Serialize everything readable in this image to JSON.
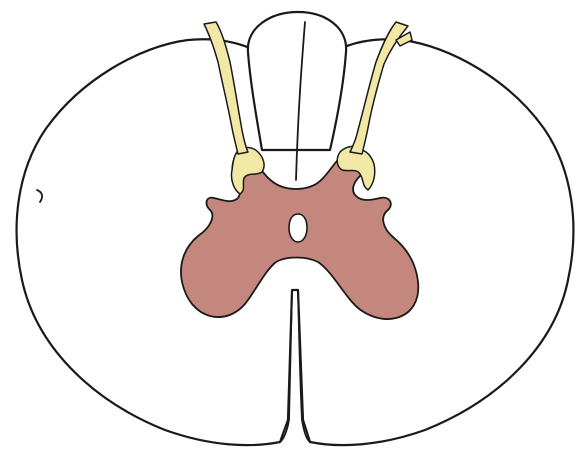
{
  "diagram": {
    "colors": {
      "grey_matter": "#c4877d",
      "dorsal_root": "#f2e8a6",
      "white_matter": "#ffffff",
      "outline": "#1a1a1a"
    },
    "structures": [
      "spinal-cord-outline",
      "dorsal-columns",
      "dorsal-median-septum",
      "ventral-median-fissure",
      "grey-matter",
      "central-canal",
      "dorsal-root-left",
      "dorsal-root-right",
      "substantia-gelatinosa-left",
      "substantia-gelatinosa-right"
    ]
  }
}
